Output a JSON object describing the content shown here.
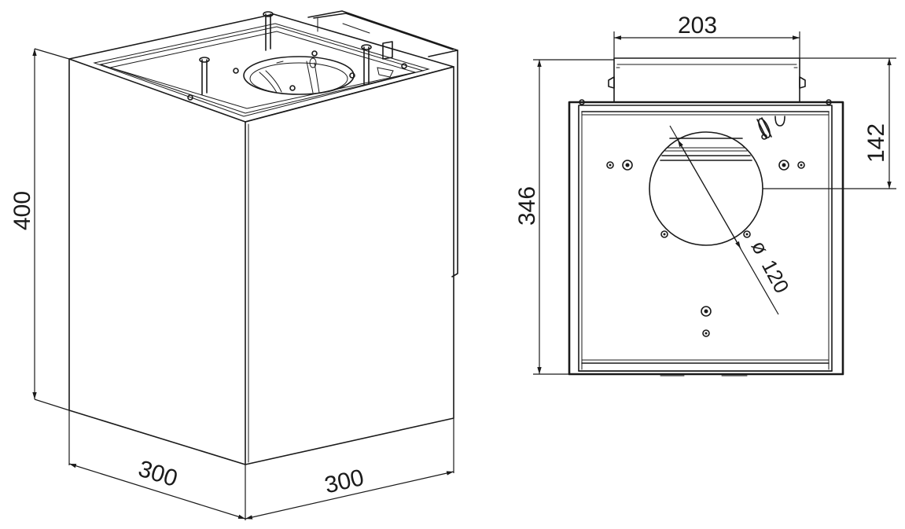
{
  "isometric_view": {
    "dimensions": {
      "height": "400",
      "depth": "300",
      "width": "300"
    }
  },
  "bottom_view": {
    "dimensions": {
      "width": "203",
      "depth": "346",
      "offset": "142",
      "diameter_symbol": "ø",
      "diameter": "120"
    }
  }
}
